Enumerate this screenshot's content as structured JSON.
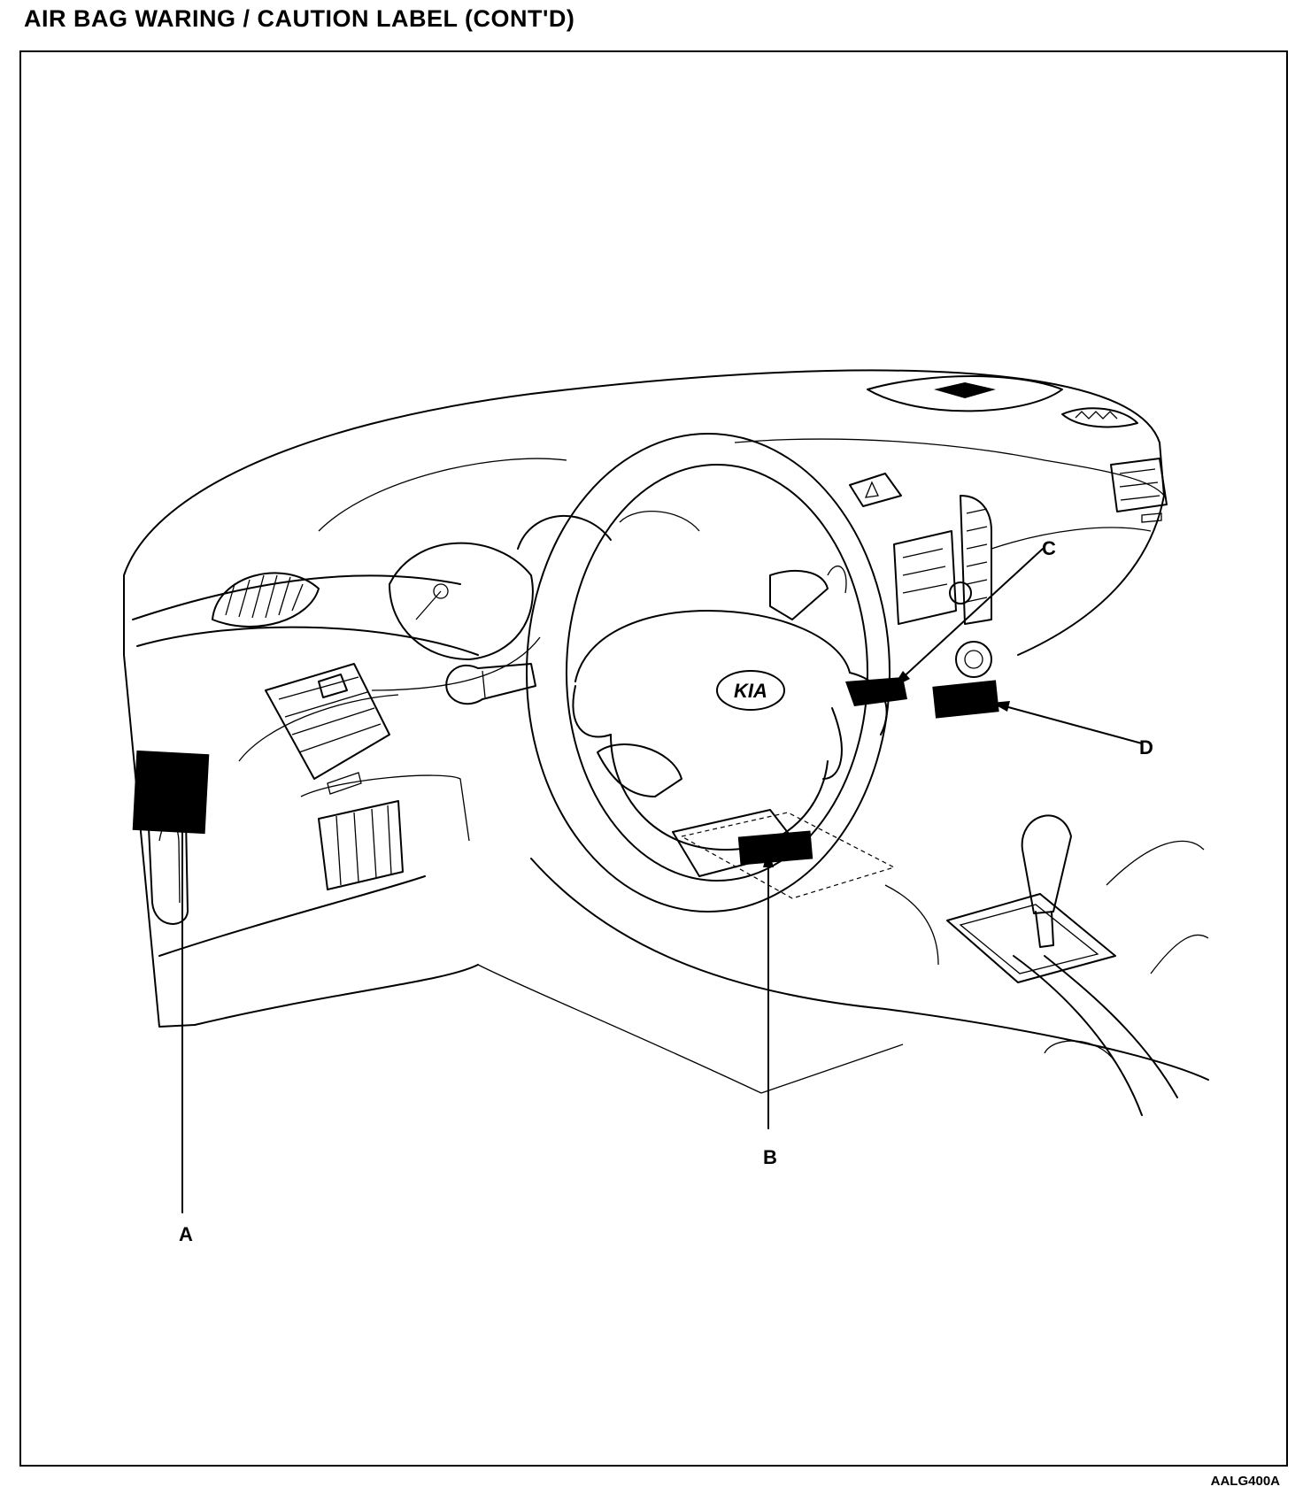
{
  "header": {
    "title": "AIR BAG WARING / CAUTION LABEL (CONT'D)"
  },
  "figure": {
    "code": "AALG400A",
    "brand_badge": "KIA",
    "callouts": {
      "a": "A",
      "b": "B",
      "c": "C",
      "d": "D"
    }
  },
  "colors": {
    "line": "#000000",
    "background": "#ffffff",
    "label": "#000000"
  }
}
